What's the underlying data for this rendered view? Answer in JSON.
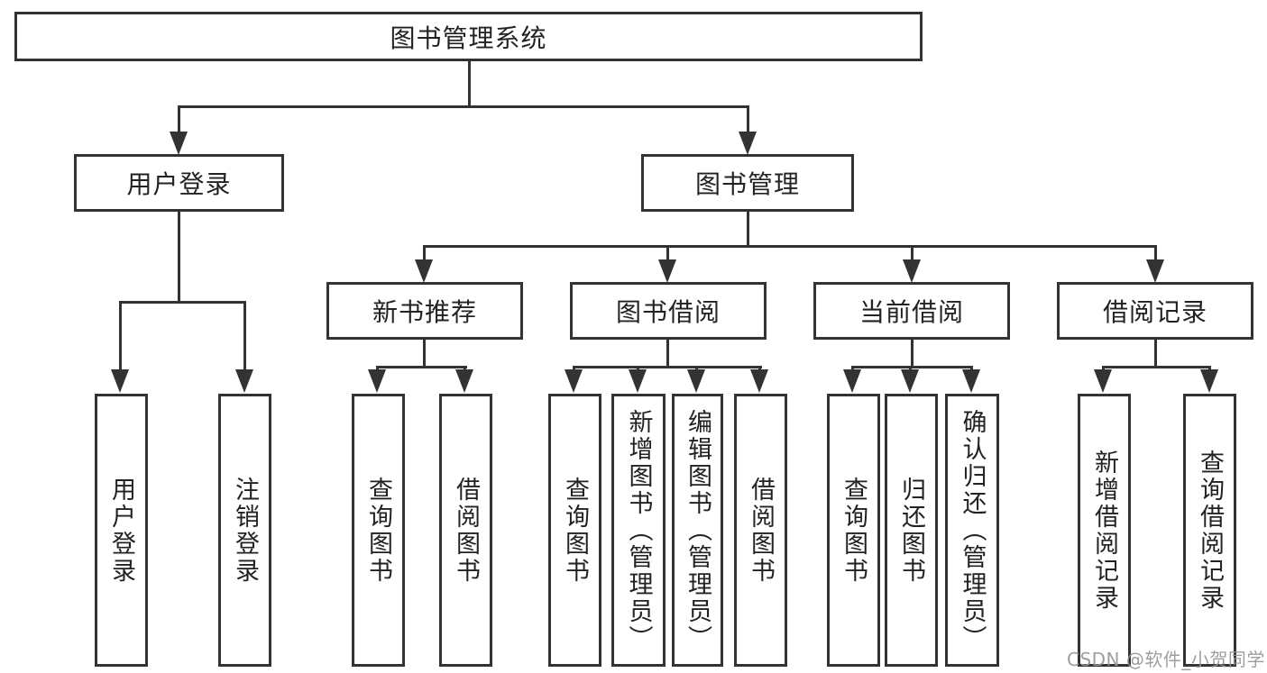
{
  "tree": {
    "root": "图书管理系统",
    "level2": [
      {
        "label": "用户登录"
      },
      {
        "label": "图书管理"
      }
    ],
    "level3": [
      {
        "label": "新书推荐",
        "parent": "图书管理"
      },
      {
        "label": "图书借阅",
        "parent": "图书管理"
      },
      {
        "label": "当前借阅",
        "parent": "图书管理"
      },
      {
        "label": "借阅记录",
        "parent": "图书管理"
      }
    ],
    "leaves": [
      {
        "label": "用户登录",
        "parent": "用户登录"
      },
      {
        "label": "注销登录",
        "parent": "用户登录"
      },
      {
        "label": "查询图书",
        "parent": "新书推荐"
      },
      {
        "label": "借阅图书",
        "parent": "新书推荐"
      },
      {
        "label": "查询图书",
        "parent": "图书借阅"
      },
      {
        "label": "新增图书（管理员）",
        "parent": "图书借阅"
      },
      {
        "label": "编辑图书（管理员）",
        "parent": "图书借阅"
      },
      {
        "label": "借阅图书",
        "parent": "图书借阅"
      },
      {
        "label": "查询图书",
        "parent": "当前借阅"
      },
      {
        "label": "归还图书",
        "parent": "当前借阅"
      },
      {
        "label": "确认归还（管理员）",
        "parent": "当前借阅"
      },
      {
        "label": "新增借阅记录",
        "parent": "借阅记录"
      },
      {
        "label": "查询借阅记录",
        "parent": "借阅记录"
      }
    ]
  },
  "watermark": {
    "text": "CSDN @软件_小贺同学",
    "color": "#969696"
  },
  "colors": {
    "line": "#333333",
    "text": "#222222",
    "background": "#ffffff"
  }
}
